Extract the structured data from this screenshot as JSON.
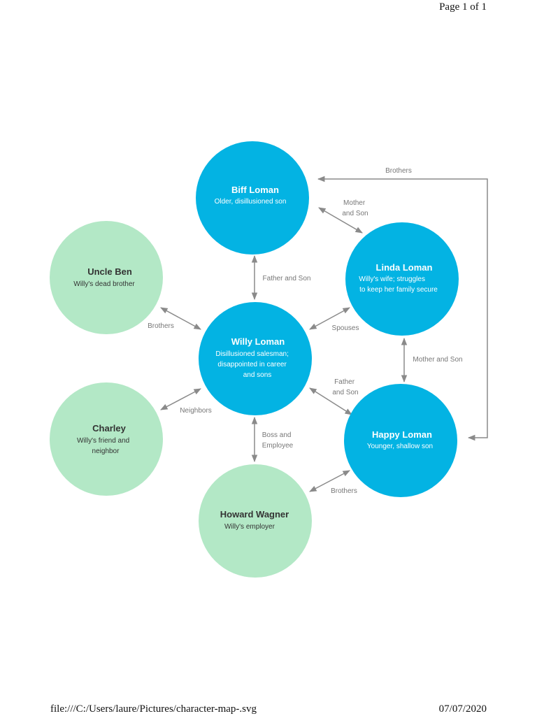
{
  "header": {
    "page": "Page 1 of 1"
  },
  "footer": {
    "path": "file:///C:/Users/laure/Pictures/character-map-.svg",
    "date": "07/07/2020"
  },
  "colors": {
    "family_fill": "#03b3e3",
    "family_text": "#ffffff",
    "other_fill": "#b3e8c6",
    "other_text": "#333333",
    "connector": "#8a8a8a",
    "label": "#777777"
  },
  "nodes": {
    "biff": {
      "name": "Biff Loman",
      "desc": [
        "Older, disillusioned son"
      ]
    },
    "linda": {
      "name": "Linda Loman",
      "desc": [
        "Willy's wife; struggles",
        "to keep her family secure"
      ]
    },
    "willy": {
      "name": "Willy Loman",
      "desc": [
        "Disillusioned salesman;",
        "disappointed in career",
        "and sons"
      ]
    },
    "happy": {
      "name": "Happy Loman",
      "desc": [
        "Younger, shallow son"
      ]
    },
    "ben": {
      "name": "Uncle Ben",
      "desc": [
        "Willy's dead brother"
      ]
    },
    "charley": {
      "name": "Charley",
      "desc": [
        "Willy's friend and",
        "neighbor"
      ]
    },
    "howard": {
      "name": "Howard Wagner",
      "desc": [
        "Willy's employer"
      ]
    }
  },
  "edges": {
    "biff_happy": [
      "Brothers"
    ],
    "biff_linda": [
      "Mother",
      "and Son"
    ],
    "biff_willy": [
      "Father and Son"
    ],
    "ben_willy": [
      "Brothers"
    ],
    "willy_linda": [
      "Spouses"
    ],
    "linda_happy": [
      "Mother and Son"
    ],
    "willy_happy": [
      "Father",
      "and Son"
    ],
    "charley_willy": [
      "Neighbors"
    ],
    "willy_howard": [
      "Boss and",
      "Employee"
    ],
    "howard_happy": [
      "Brothers"
    ]
  }
}
